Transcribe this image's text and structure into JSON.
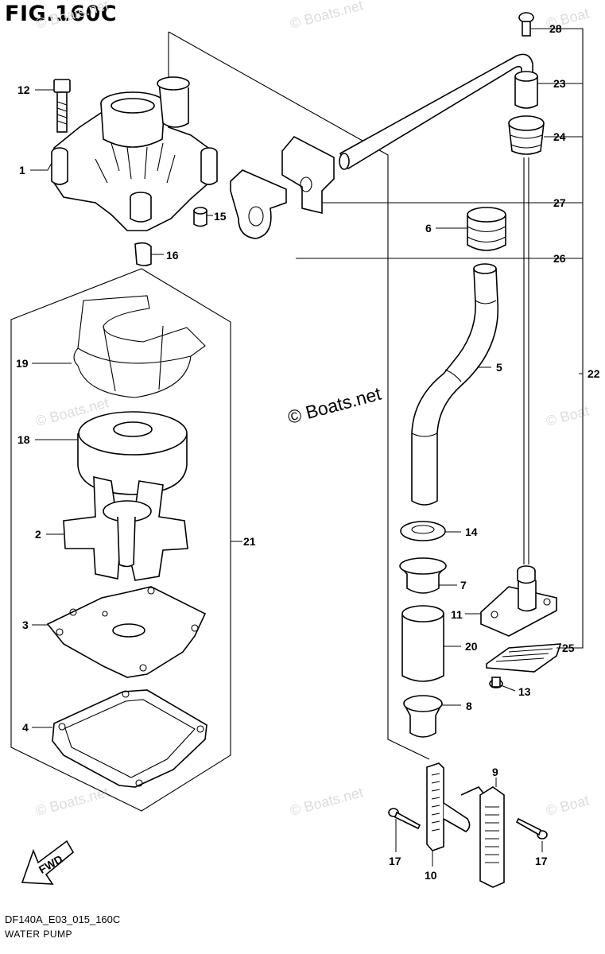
{
  "figure_title": "FIG.160C",
  "drawing_code": "DF140A_E03_015_160C",
  "subtitle": "WATER PUMP",
  "brand_text": "© Boats.net",
  "watermark_text": "© Boats.net",
  "watermark_text_clipped": "© Boat",
  "fwd_label": "FWD",
  "callouts": {
    "c1": "1",
    "c2": "2",
    "c3": "3",
    "c4": "4",
    "c5": "5",
    "c6": "6",
    "c7": "7",
    "c8": "8",
    "c9": "9",
    "c10": "10",
    "c11": "11",
    "c12": "12",
    "c13": "13",
    "c14": "14",
    "c15": "15",
    "c16": "16",
    "c17a": "17",
    "c17b": "17",
    "c18": "18",
    "c19": "19",
    "c20": "20",
    "c21": "21",
    "c22": "22",
    "c23": "23",
    "c24": "24",
    "c25": "25",
    "c26": "26",
    "c27": "27",
    "c28": "28"
  }
}
